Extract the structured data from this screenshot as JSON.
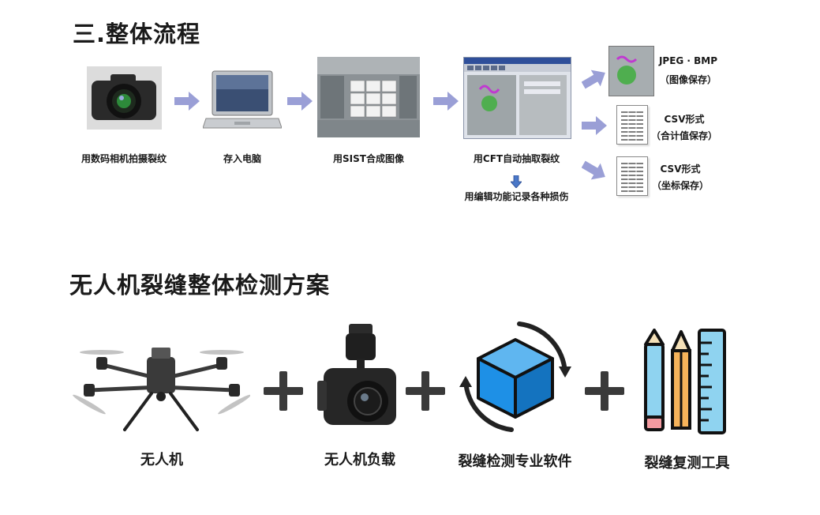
{
  "section1": {
    "title": "三.整体流程",
    "steps": [
      {
        "icon": "camera-icon",
        "label": "用数码相机拍摄裂纹"
      },
      {
        "icon": "laptop-icon",
        "label": "存入电脑"
      },
      {
        "icon": "composite-image-icon",
        "label": "用SIST合成图像"
      },
      {
        "icon": "cft-software-icon",
        "label": "用CFT自动抽取裂纹"
      }
    ],
    "sub_step": "用编辑功能记录各种损伤",
    "outputs": [
      {
        "icon": "image-thumbnail-icon",
        "line1": "JPEG · BMP",
        "line2": "（图像保存）"
      },
      {
        "icon": "csv-document-icon",
        "line1": "CSV形式",
        "line2": "（合计值保存）"
      },
      {
        "icon": "csv-document-icon",
        "line1": "CSV形式",
        "line2": "（坐标保存）"
      }
    ]
  },
  "section2": {
    "title": "无人机裂缝整体检测方案",
    "items": [
      {
        "icon": "drone-icon",
        "label": "无人机"
      },
      {
        "icon": "gimbal-camera-icon",
        "label": "无人机负载"
      },
      {
        "icon": "3d-cube-software-icon",
        "label": "裂缝检测专业软件"
      },
      {
        "icon": "pencil-ruler-icon",
        "label": "裂缝复测工具"
      }
    ]
  },
  "colors": {
    "arrow": "#9a9fd6",
    "cube": "#1e90e6",
    "plus": "#3a3a3a"
  }
}
